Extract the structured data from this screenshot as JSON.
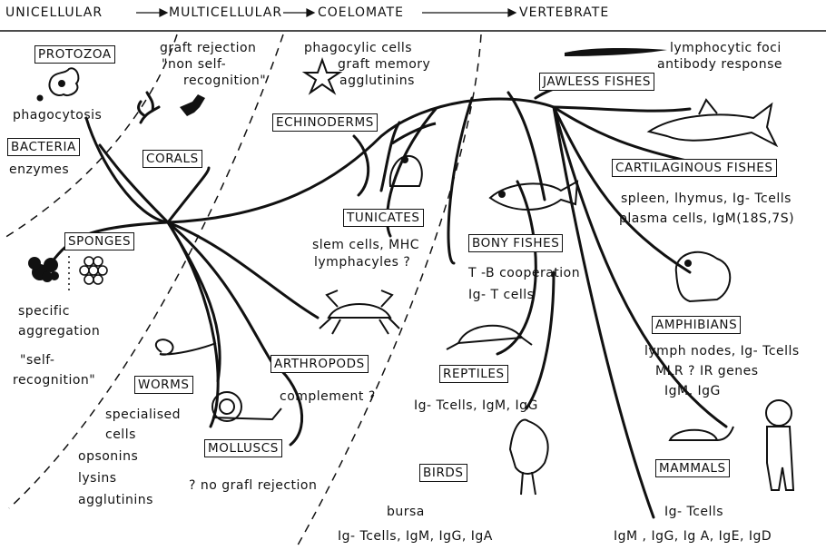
{
  "header": {
    "stages": [
      "UNICELLULAR",
      "MULTICELLULAR",
      "COELOMATE",
      "VERTEBRATE"
    ]
  },
  "groups": {
    "protozoa": "PROTOZOA",
    "bacteria": "BACTERIA",
    "corals": "CORALS",
    "sponges": "SPONGES",
    "echinoderms": "ECHINODERMS",
    "tunicates": "TUNICATES",
    "worms": "WORMS",
    "arthropods": "ARTHROPODS",
    "molluscs": "MOLLUSCS",
    "jawless_fishes": "JAWLESS FISHES",
    "cartilaginous_fishes": "CARTILAGINOUS FISHES",
    "bony_fishes": "BONY FISHES",
    "amphibians": "AMPHIBIANS",
    "reptiles": "REPTILES",
    "birds": "BIRDS",
    "mammals": "MAMMALS"
  },
  "notes": {
    "phagocytosis": "phagocytosis",
    "enzymes": "enzymes",
    "graft_rejection_1": "graft rejection",
    "graft_rejection_2": "\"non self-",
    "graft_rejection_3": "recognition\"",
    "coelomate_1": "phagocylic  cells",
    "coelomate_2": "graft  memory",
    "coelomate_3": "agglutinins",
    "jawless_1": "lymphocytic  foci",
    "jawless_2": "antibody  response",
    "cartilaginous_1": "spleen, lhymus,  Ig- Tcells",
    "cartilaginous_2": "plasma cells,  IgM(18S,7S)",
    "tunicates_1": "slem cells, MHC",
    "tunicates_2": "lymphacyles ?",
    "bony_1": "T -B  cooperation",
    "bony_2": "Ig- T cells",
    "sponges_1": "specific",
    "sponges_2": "aggregation",
    "sponges_3": "\"self-",
    "sponges_4": "recognition\"",
    "amphibians_1": "lymph nodes,  Ig- Tcells",
    "amphibians_2": "MLR     ? IR genes",
    "amphibians_3": "IgM,  IgG",
    "arthropods_1": "complement ?",
    "reptiles_1": "Ig- Tcells,  IgM, IgG",
    "worms_1": "specialised",
    "worms_2": "cells",
    "worms_3": "opsonins",
    "worms_4": "lysins",
    "worms_5": "agglutinins",
    "molluscs_1": "? no grafl  rejection",
    "birds_1": "bursa",
    "birds_2": "Ig- Tcells,  IgM, IgG, IgA",
    "mammals_1": "Ig- Tcells",
    "mammals_2": "IgM ,  IgG,  Ig A,  IgE,  IgD"
  }
}
